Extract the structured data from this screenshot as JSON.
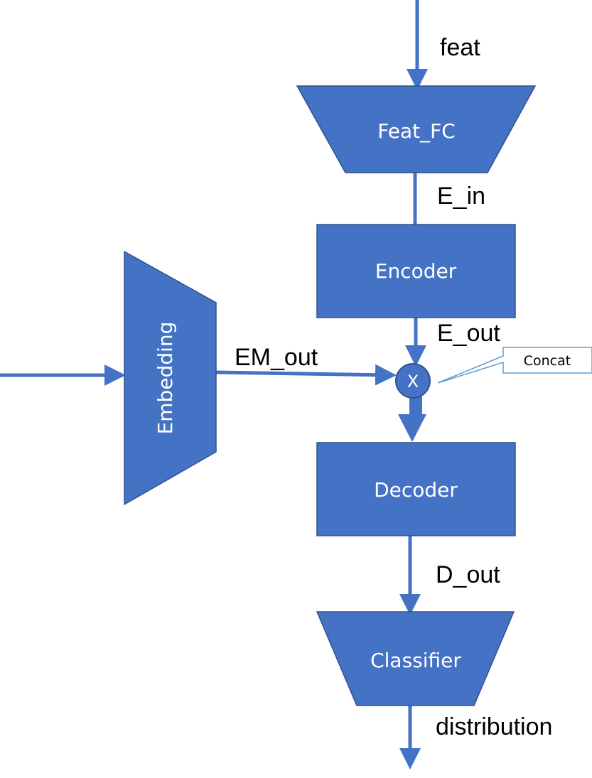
{
  "colors": {
    "block_fill": "#4472C4",
    "block_stroke": "#2F528F",
    "arrow": "#4472C4",
    "callout_stroke": "#5B9BD5",
    "background": "#FFFFFF"
  },
  "nodes": {
    "feat_fc": "Feat_FC",
    "encoder": "Encoder",
    "embedding": "Embedding",
    "concat_op": "X",
    "decoder": "Decoder",
    "classifier": "Classifier"
  },
  "edges": {
    "feat": "feat",
    "e_in": "E_in",
    "e_out": "E_out",
    "em_out": "EM_out",
    "d_out": "D_out",
    "distribution": "distribution"
  },
  "callout": {
    "concat": "Concat"
  }
}
